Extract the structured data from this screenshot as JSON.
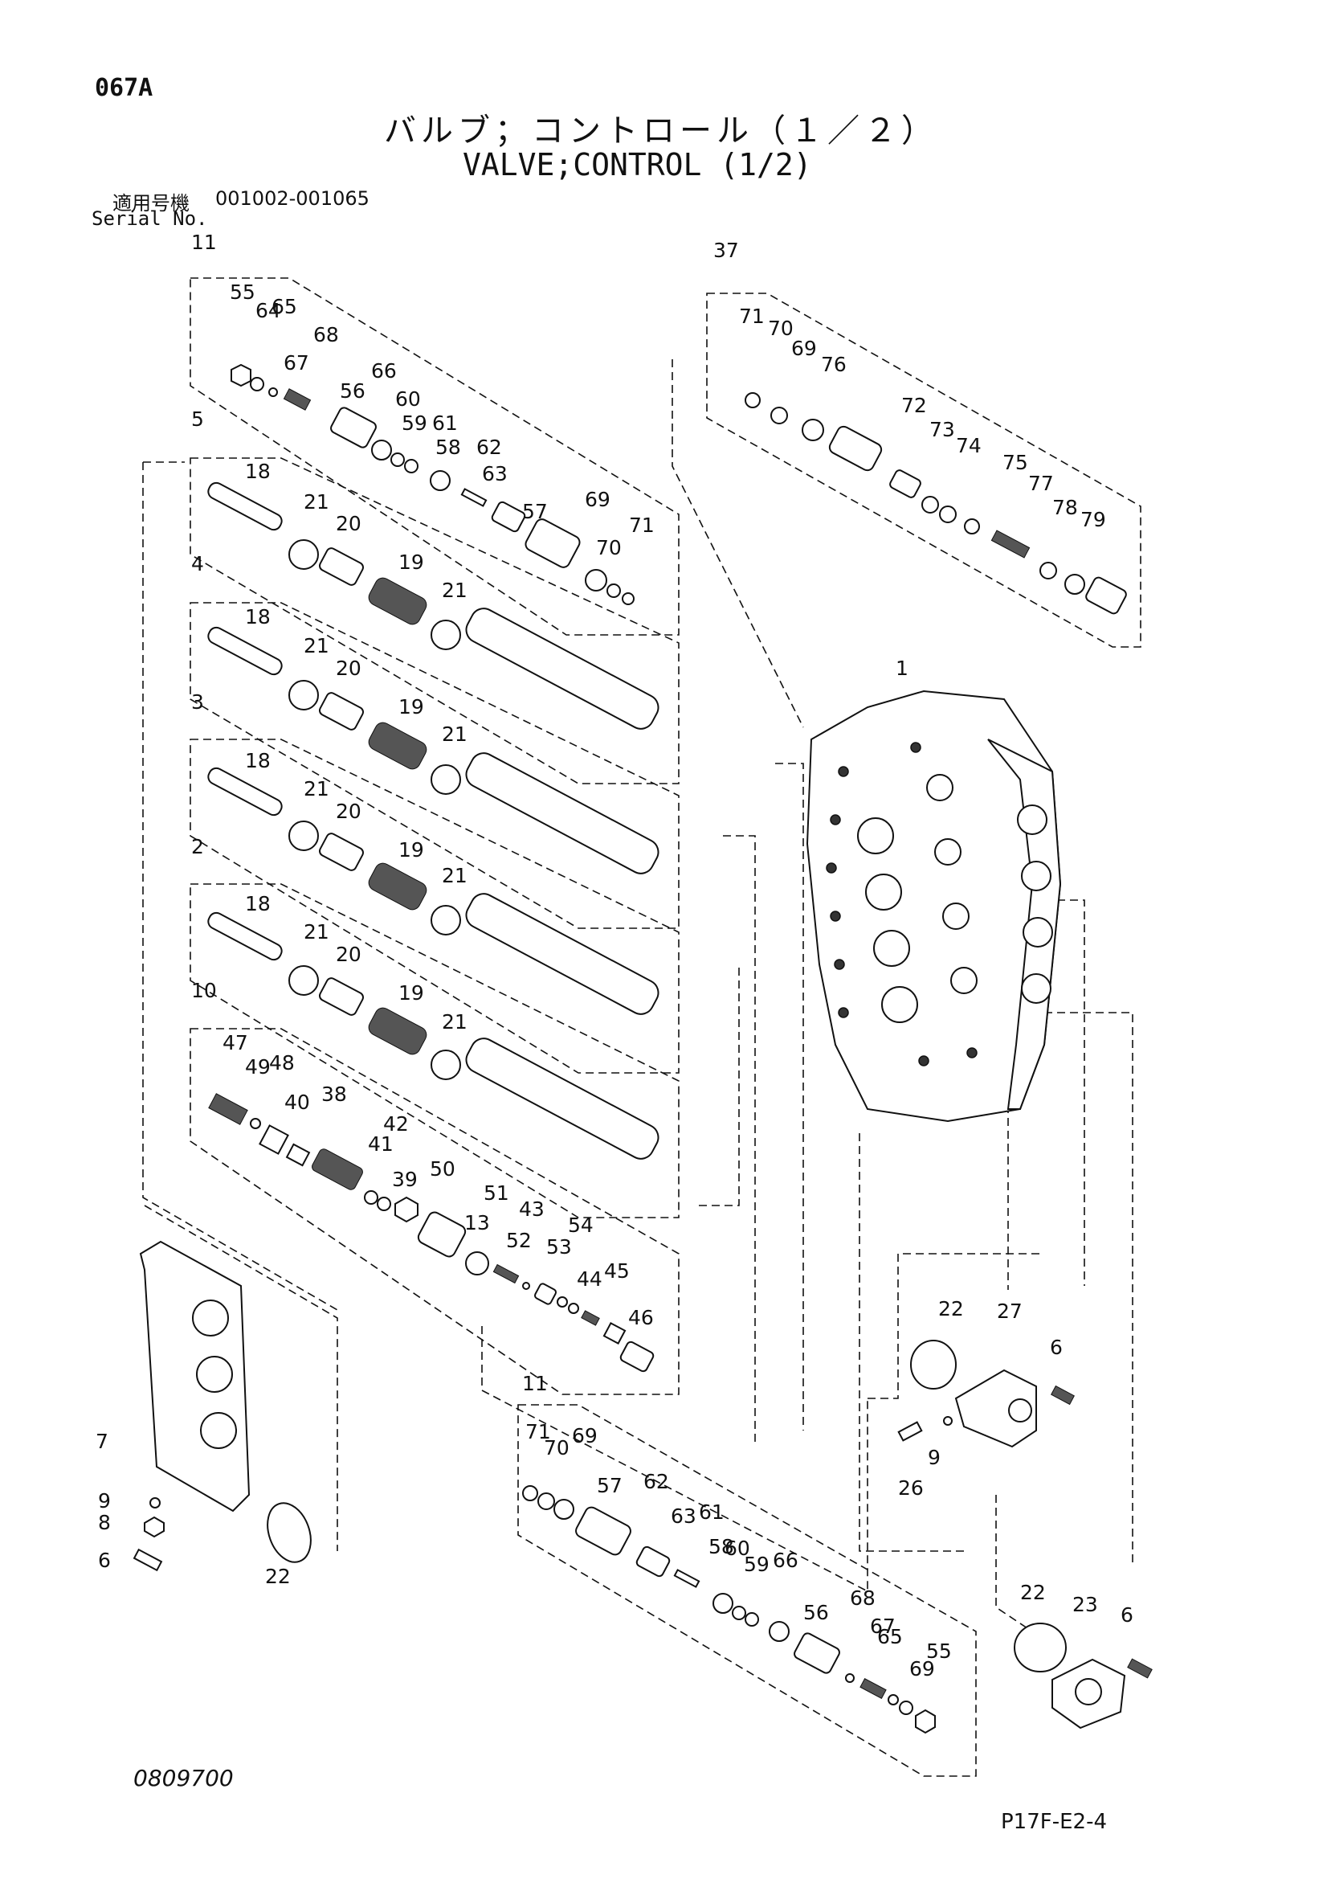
{
  "header": {
    "page_code": "067A",
    "title_jp": "バルブ；コントロール（１／２）",
    "title_en": "VALVE;CONTROL (1/2)",
    "serial_label_jp": "適用号機",
    "serial_range": "001002-001065",
    "serial_label_en": "Serial No."
  },
  "footer": {
    "doc_number": "0809700",
    "page_ref": "P17F-E2-4"
  },
  "callouts": {
    "g11_top": [
      "11",
      "55",
      "64",
      "65",
      "68",
      "67",
      "56",
      "66",
      "60",
      "59",
      "61",
      "58",
      "62",
      "63",
      "57",
      "69",
      "70",
      "71"
    ],
    "g37": [
      "37",
      "71",
      "70",
      "69",
      "76",
      "72",
      "73",
      "74",
      "75",
      "77",
      "78",
      "79"
    ],
    "g5": [
      "5",
      "18",
      "21",
      "20",
      "19",
      "21"
    ],
    "g4": [
      "4",
      "18",
      "21",
      "20",
      "19",
      "21"
    ],
    "g3": [
      "3",
      "18",
      "21",
      "20",
      "19",
      "21"
    ],
    "g2": [
      "2",
      "18",
      "21",
      "20",
      "19",
      "21"
    ],
    "g10": [
      "10",
      "47",
      "49",
      "48",
      "40",
      "38",
      "42",
      "41",
      "39",
      "50",
      "13",
      "51",
      "43",
      "52",
      "54",
      "53",
      "44",
      "45",
      "46"
    ],
    "body": [
      "1"
    ],
    "left_cover": [
      "7",
      "9",
      "8",
      "6",
      "22"
    ],
    "right_cover_27": [
      "22",
      "27",
      "6",
      "9",
      "26"
    ],
    "g11_bottom": [
      "11",
      "71",
      "70",
      "69",
      "57",
      "62",
      "63",
      "61",
      "58",
      "60",
      "59",
      "66",
      "56",
      "68",
      "65",
      "67",
      "69",
      "55"
    ],
    "right_cover_23": [
      "22",
      "23",
      "6"
    ]
  }
}
